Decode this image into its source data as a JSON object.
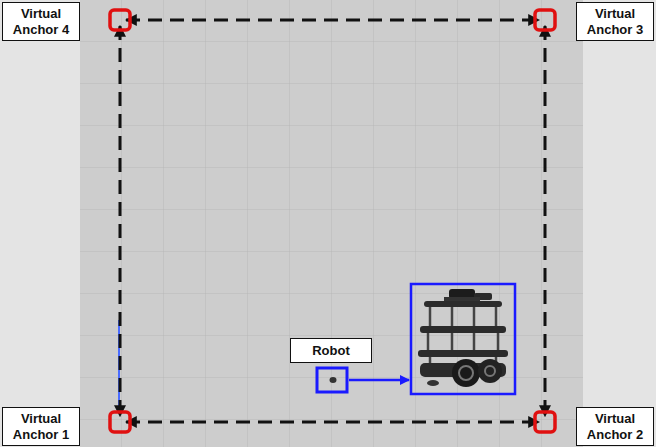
{
  "diagram": {
    "nodes": [
      {
        "text": [
          "Virtual Anchor 4"
        ]
      },
      {
        "text": [
          "Virtual Anchor 3"
        ]
      },
      {
        "text": [
          "Robot"
        ]
      },
      {
        "text": [
          "Virtual Anchor 1"
        ]
      },
      {
        "text": [
          "Virtual Anchor 2"
        ]
      }
    ]
  }
}
